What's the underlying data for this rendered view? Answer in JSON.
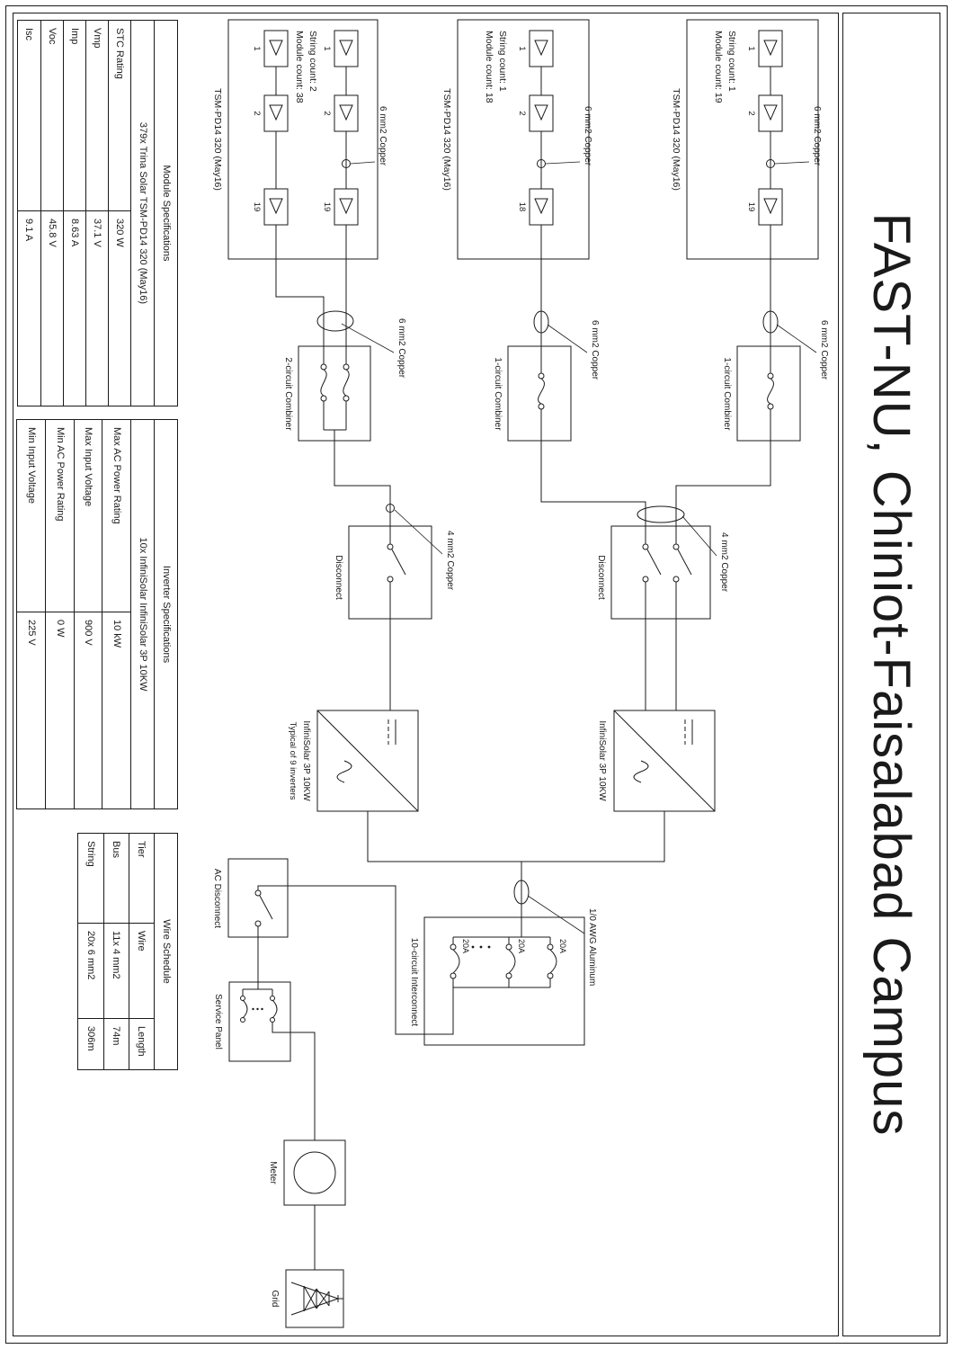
{
  "title": "FAST-NU, Chiniot-Faisalabad Campus",
  "labels": {
    "panel_model": "TSM-PD14 320 (May16)",
    "combiner_1": "1-circuit Combiner",
    "combiner_2": "2-circuit Combiner",
    "disconnect": "Disconnect",
    "inverter": "InfiniSolar 3P 10KW",
    "inverter_note": "Typical of 9 inverters",
    "interconnect": "10-circuit Interconnect",
    "breaker_rating": "20A",
    "ac_disconnect": "AC Disconnect",
    "service_panel": "Service Panel",
    "meter": "Meter",
    "grid": "Grid",
    "wire_string": "6 mm2 Copper",
    "wire_dc": "4 mm2 Copper",
    "wire_ac": "1/0 AWG Aluminum"
  },
  "arrays": [
    {
      "string_count": "String count: 1",
      "module_count": "Module count: 19",
      "m1": "1",
      "m2": "2",
      "mlast": "19"
    },
    {
      "string_count": "String count: 1",
      "module_count": "Module count: 18",
      "m1": "1",
      "m2": "2",
      "mlast": "18"
    },
    {
      "string_count": "String count: 2",
      "module_count": "Module count: 38",
      "m1": "1",
      "m2": "2",
      "mlast": "19"
    }
  ],
  "tables": {
    "module_specs": {
      "title": "Module Specifications",
      "subtitle": "379x Trina Solar TSM-PD14 320 (May16)",
      "rows": [
        [
          "STC Rating",
          "320 W"
        ],
        [
          "Vmp",
          "37.1 V"
        ],
        [
          "Imp",
          "8.63 A"
        ],
        [
          "Voc",
          "45.8 V"
        ],
        [
          "Isc",
          "9.1 A"
        ]
      ]
    },
    "inverter_specs": {
      "title": "Inverter Specifications",
      "subtitle": "10x InfiniSolar InfiniSolar 3P 10KW",
      "rows": [
        [
          "Max AC Power Rating",
          "10 kW"
        ],
        [
          "Max Input Voltage",
          "900 V"
        ],
        [
          "Min AC Power Rating",
          "0 W"
        ],
        [
          "Min Input Voltage",
          "225 V"
        ]
      ]
    },
    "wire_schedule": {
      "title": "Wire Schedule",
      "headers": [
        "Tier",
        "Wire",
        "Length"
      ],
      "rows": [
        [
          "Bus",
          "11x 4 mm2",
          "74m"
        ],
        [
          "String",
          "20x 6 mm2",
          "306m"
        ]
      ]
    }
  }
}
